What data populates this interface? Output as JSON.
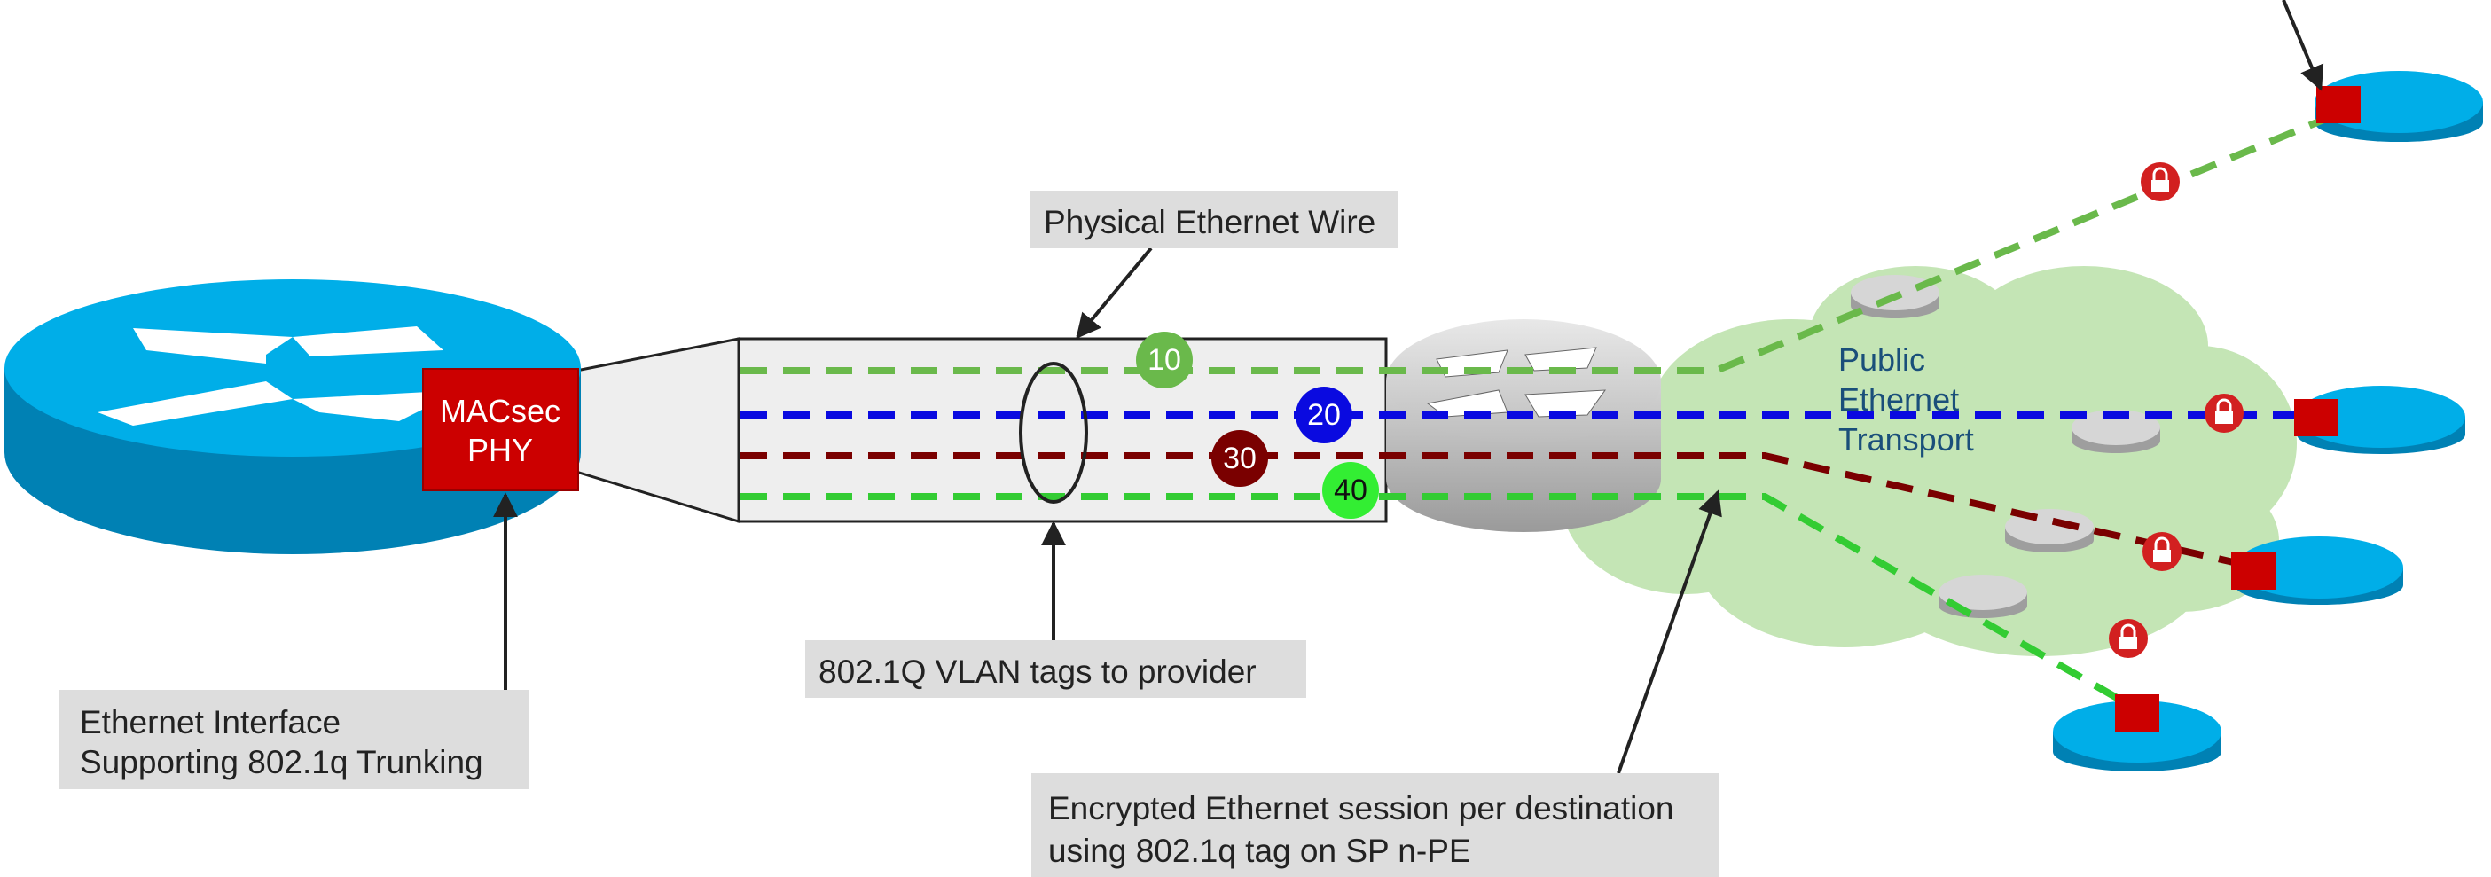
{
  "labels": {
    "physical_wire": "Physical Ethernet Wire",
    "vlan_tags": "802.1Q VLAN tags to provider",
    "interface_line1": "Ethernet Interface",
    "interface_line2": "Supporting 802.1q Trunking",
    "encrypted_line1": "Encrypted Ethernet session per destination",
    "encrypted_line2": "using 802.1q tag on SP n-PE"
  },
  "phy": {
    "line1": "MACsec",
    "line2": "PHY"
  },
  "cloud": {
    "line1": "Public",
    "line2": "Ethernet",
    "line3": "Transport"
  },
  "vlans": [
    {
      "tag": "10",
      "color": "#6ab94b"
    },
    {
      "tag": "20",
      "color": "#0a0ae0"
    },
    {
      "tag": "30",
      "color": "#7a0000"
    },
    {
      "tag": "40",
      "color": "#33cc33"
    }
  ],
  "colors": {
    "router_blue": "#00aee8",
    "router_blue_dark": "#0081b4",
    "router_gray": "#cfcfcf",
    "macsec_red": "#cc0000",
    "cloud_green": "#c4e5b5",
    "label_bg": "#dddddd"
  },
  "icons": [
    "router-icon",
    "lock-icon",
    "arrow-icon"
  ]
}
